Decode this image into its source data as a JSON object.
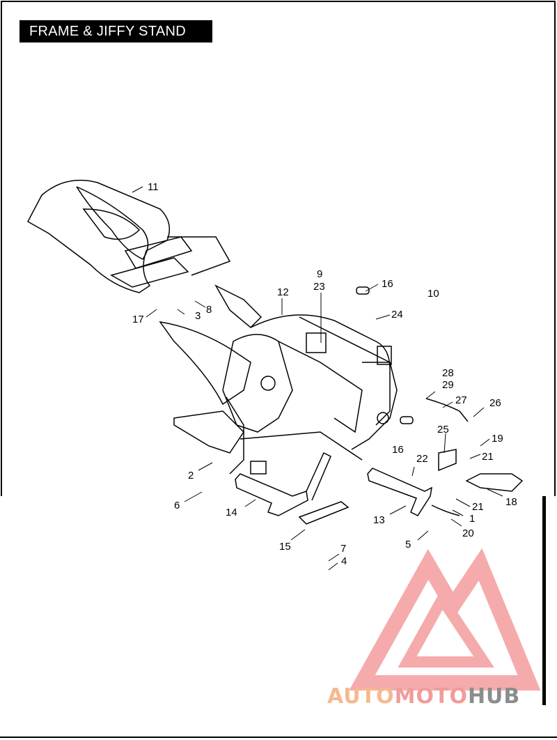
{
  "title": "FRAME & JIFFY STAND",
  "callouts": {
    "c11": "11",
    "c9": "9",
    "c23": "23",
    "c12": "12",
    "c16a": "16",
    "c10": "10",
    "c24": "24",
    "c8": "8",
    "c3": "3",
    "c17": "17",
    "c28": "28",
    "c29": "29",
    "c27": "27",
    "c26": "26",
    "c25": "25",
    "c19": "19",
    "c16b": "16",
    "c22": "22",
    "c21a": "21",
    "c2": "2",
    "c6": "6",
    "c14": "14",
    "c18": "18",
    "c13": "13",
    "c21b": "21",
    "c1": "1",
    "c20": "20",
    "c5": "5",
    "c15": "15",
    "c7": "7",
    "c4": "4"
  },
  "logo": {
    "part1": "AUTO",
    "part2": "MOTO",
    "part3": "HUB"
  },
  "colors": {
    "logo_orange": "#f5b98f",
    "logo_red": "#f29b9b",
    "logo_gray": "#8c8c8c"
  }
}
